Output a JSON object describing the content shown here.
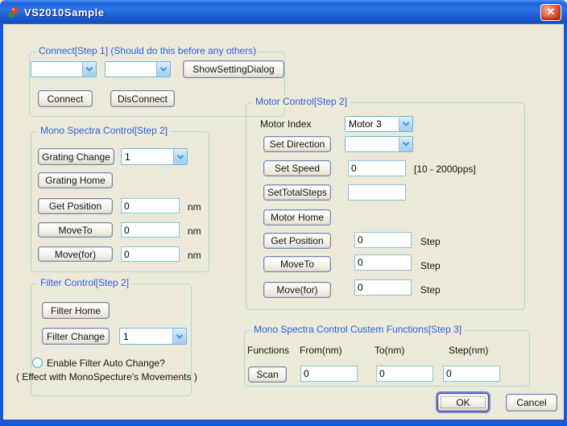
{
  "window": {
    "title": "VS2010Sample"
  },
  "icons": {
    "close": "✕"
  },
  "colors": {
    "titlebar_blue": "#1f63dc",
    "window_border_blue": "#1659d6",
    "dialog_face": "#ece9d8",
    "group_caption_blue": "#2b5fe0",
    "group_border_teal": "#aed8d2",
    "close_button_red": "#d84326"
  },
  "connect": {
    "caption": "Connect[Step 1] (Should do this before any others)",
    "combo1_value": "",
    "combo2_value": "",
    "show_setting_button": "ShowSettingDialog",
    "connect_button": "Connect",
    "disconnect_button": "DisConnect"
  },
  "mono": {
    "caption": "Mono Spectra Control[Step 2]",
    "grating_change_button": "Grating Change",
    "grating_combo_value": "1",
    "grating_home_button": "Grating Home",
    "get_position_button": "Get Position",
    "get_position_value": "0",
    "moveto_button": "MoveTo",
    "moveto_value": "0",
    "movefor_button": "Move(for)",
    "movefor_value": "0",
    "unit": "nm"
  },
  "filter": {
    "caption": "Filter Control[Step 2]",
    "filter_home_button": "Filter Home",
    "filter_change_button": "Filter Change",
    "filter_combo_value": "1",
    "radio_label": "Enable Filter Auto Change?",
    "note": "( Effect with MonoSpecture's Movements )"
  },
  "motor": {
    "caption": "Motor Control[Step 2]",
    "motor_index_label": "Motor Index",
    "motor_index_value": "Motor 3",
    "set_direction_button": "Set Direction",
    "set_direction_value": "",
    "set_speed_button": "Set Speed",
    "set_speed_value": "0",
    "speed_range_note": "[10 - 2000pps]",
    "set_total_steps_button": "SetTotalSteps",
    "set_total_steps_value": "",
    "motor_home_button": "Motor Home",
    "get_position_button": "Get Position",
    "get_position_value": "0",
    "moveto_button": "MoveTo",
    "moveto_value": "0",
    "movefor_button": "Move(for)",
    "movefor_value": "0",
    "step_unit": "Step"
  },
  "custom": {
    "caption": "Mono Spectra Control Custem Functions[Step 3]",
    "functions_label": "Functions",
    "from_label": "From(nm)",
    "to_label": "To(nm)",
    "step_label": "Step(nm)",
    "scan_button": "Scan",
    "from_value": "0",
    "to_value": "0",
    "step_value": "0"
  },
  "footer": {
    "ok_button": "OK",
    "cancel_button": "Cancel"
  }
}
